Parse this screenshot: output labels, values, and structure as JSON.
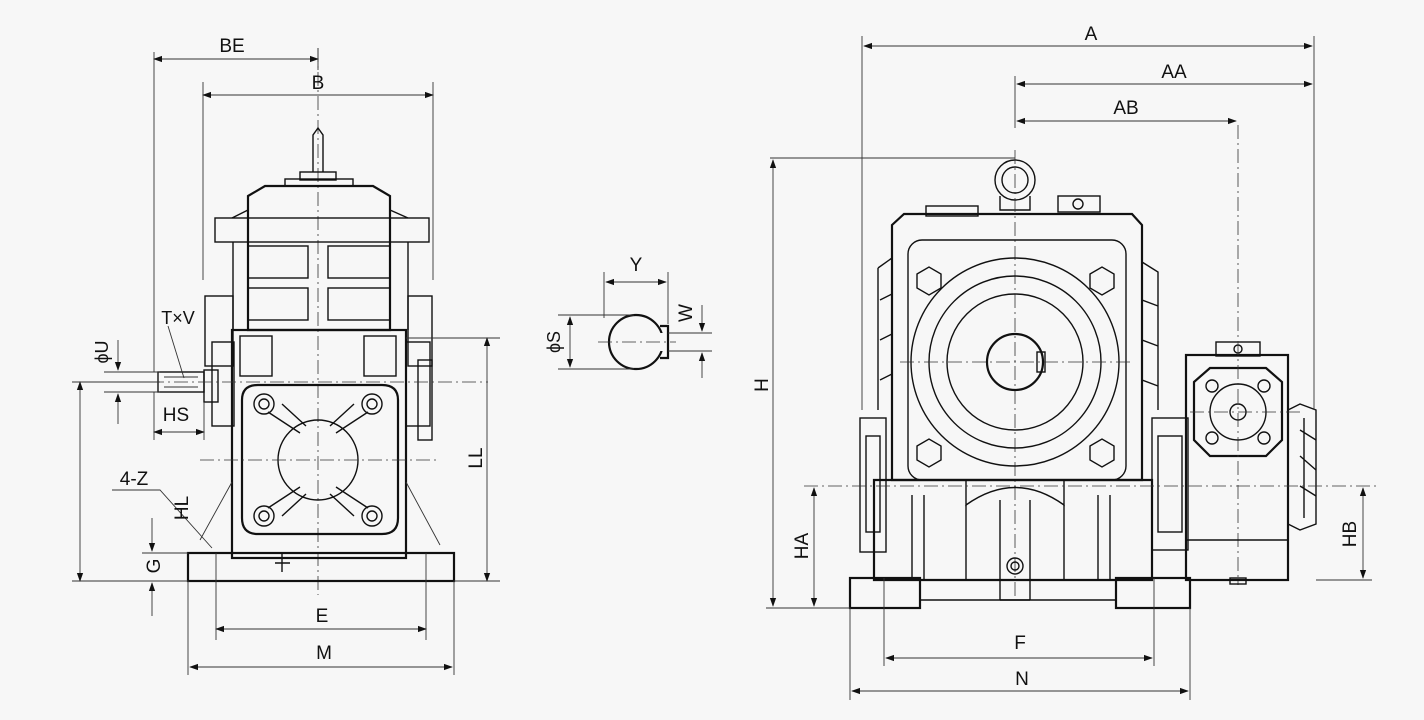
{
  "labels": {
    "BE": "BE",
    "B": "B",
    "TxV": "T×V",
    "phiU": "ϕU",
    "HS": "HS",
    "Z": "4-Z",
    "HL": "HL",
    "G": "G",
    "LL": "LL",
    "E": "E",
    "M": "M",
    "Y": "Y",
    "W": "W",
    "phiS": "ϕS",
    "A": "A",
    "AA": "AA",
    "AB": "AB",
    "H": "H",
    "HA": "HA",
    "HB": "HB",
    "F": "F",
    "N": "N"
  }
}
